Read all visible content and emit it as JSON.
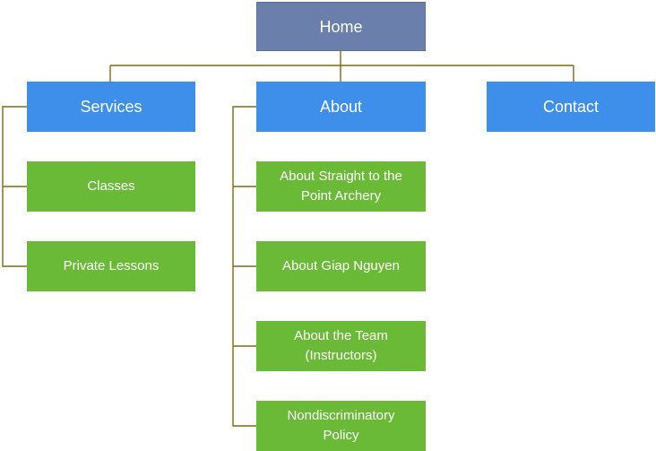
{
  "colors": {
    "root_fill": "#6a7fab",
    "level1_fill": "#3d8fe9",
    "level2_fill": "#6aba37",
    "connector": "#7f6a16",
    "text": "#ffffff"
  },
  "root": {
    "label": "Home"
  },
  "sections": [
    {
      "label": "Services",
      "children": [
        {
          "label": "Classes"
        },
        {
          "label": "Private Lessons"
        }
      ]
    },
    {
      "label": "About",
      "children": [
        {
          "label": "About Straight to the Point Archery"
        },
        {
          "label": "About Giap Nguyen"
        },
        {
          "label": "About the Team (Instructors)"
        },
        {
          "label": "Nondiscriminatory Policy"
        }
      ]
    },
    {
      "label": "Contact",
      "children": []
    }
  ]
}
